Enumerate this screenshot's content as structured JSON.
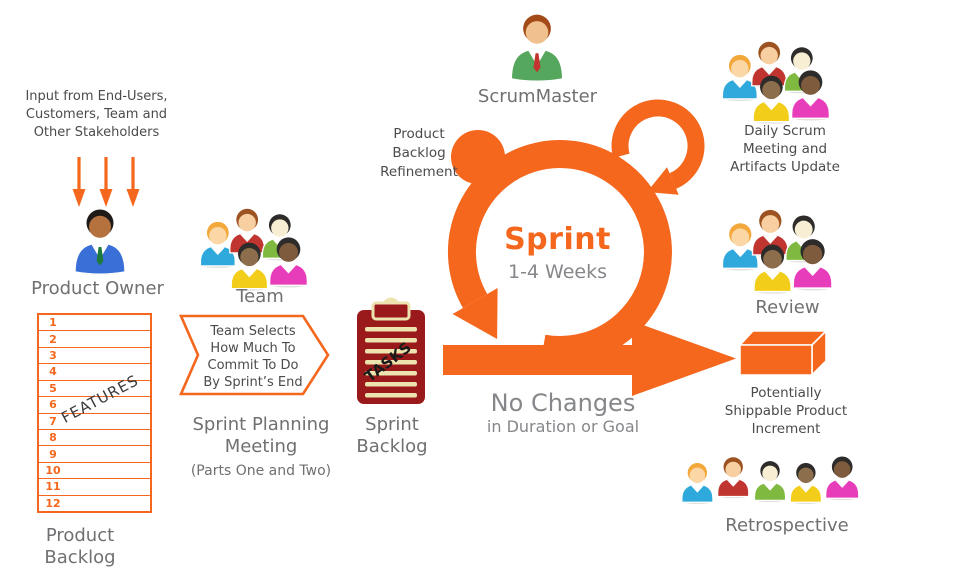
{
  "palette": {
    "orange": "#F4671D",
    "label_gray": "#6F7072",
    "dark_text": "#4B4B4D",
    "clipboard_red": "#9A1A1C",
    "clipboard_cream": "#EDE3AE"
  },
  "stakeholders": {
    "note": "Input from End-Users,\nCustomers, Team and\nOther Stakeholders"
  },
  "product_owner": {
    "label": "Product Owner"
  },
  "product_backlog": {
    "rows": [
      "1",
      "2",
      "3",
      "4",
      "5",
      "6",
      "7",
      "8",
      "9",
      "10",
      "11",
      "12"
    ],
    "overlay": "FEATURES",
    "label": "Product\nBacklog"
  },
  "team": {
    "label": "Team"
  },
  "sprint_planning": {
    "chevron_text": "Team Selects\nHow Much To\nCommit To Do\nBy Sprint’s End",
    "label": "Sprint Planning\nMeeting",
    "sublabel": "(Parts One and Two)"
  },
  "sprint_backlog": {
    "overlay": "TASKS",
    "label": "Sprint\nBacklog"
  },
  "scrum_master": {
    "label": "ScrumMaster"
  },
  "refinement": {
    "label": "Product\nBacklog\nRefinement"
  },
  "sprint": {
    "title": "Sprint",
    "duration": "1-4 Weeks"
  },
  "no_changes": {
    "title": "No Changes",
    "subtitle": "in Duration or Goal"
  },
  "daily_scrum": {
    "label": "Daily Scrum\nMeeting and\nArtifacts Update"
  },
  "review": {
    "label": "Review"
  },
  "increment": {
    "label": "Potentially\nShippable Product\nIncrement"
  },
  "retrospective": {
    "label": "Retrospective"
  }
}
